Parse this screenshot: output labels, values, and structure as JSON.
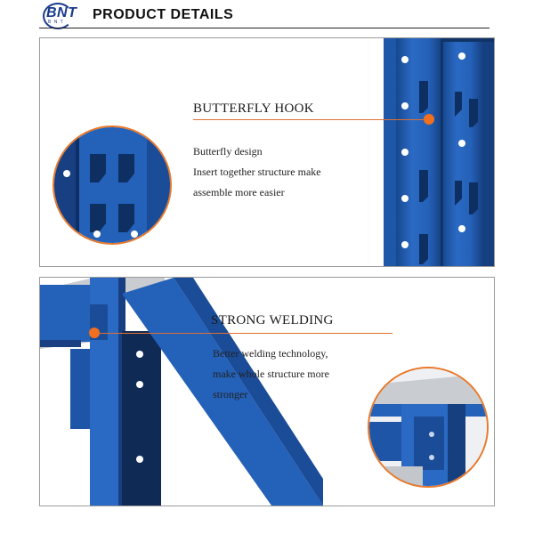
{
  "header": {
    "logo_text": "BNT",
    "logo_subtext": "B N T",
    "title": "PRODUCT DETAILS"
  },
  "section1": {
    "heading": "BUTTERFLY HOOK",
    "lines": [
      "Butterfly design",
      "Insert together structure make",
      "assemble more easier"
    ]
  },
  "section2": {
    "heading": "STRONG WELDING",
    "lines": [
      "Better welding technology,",
      "make whole structure more",
      "stronger"
    ]
  },
  "colors": {
    "accent": "#f07020",
    "rack_blue": "#2461b8",
    "rack_dark": "#163f80",
    "border": "#9a9a9a"
  }
}
